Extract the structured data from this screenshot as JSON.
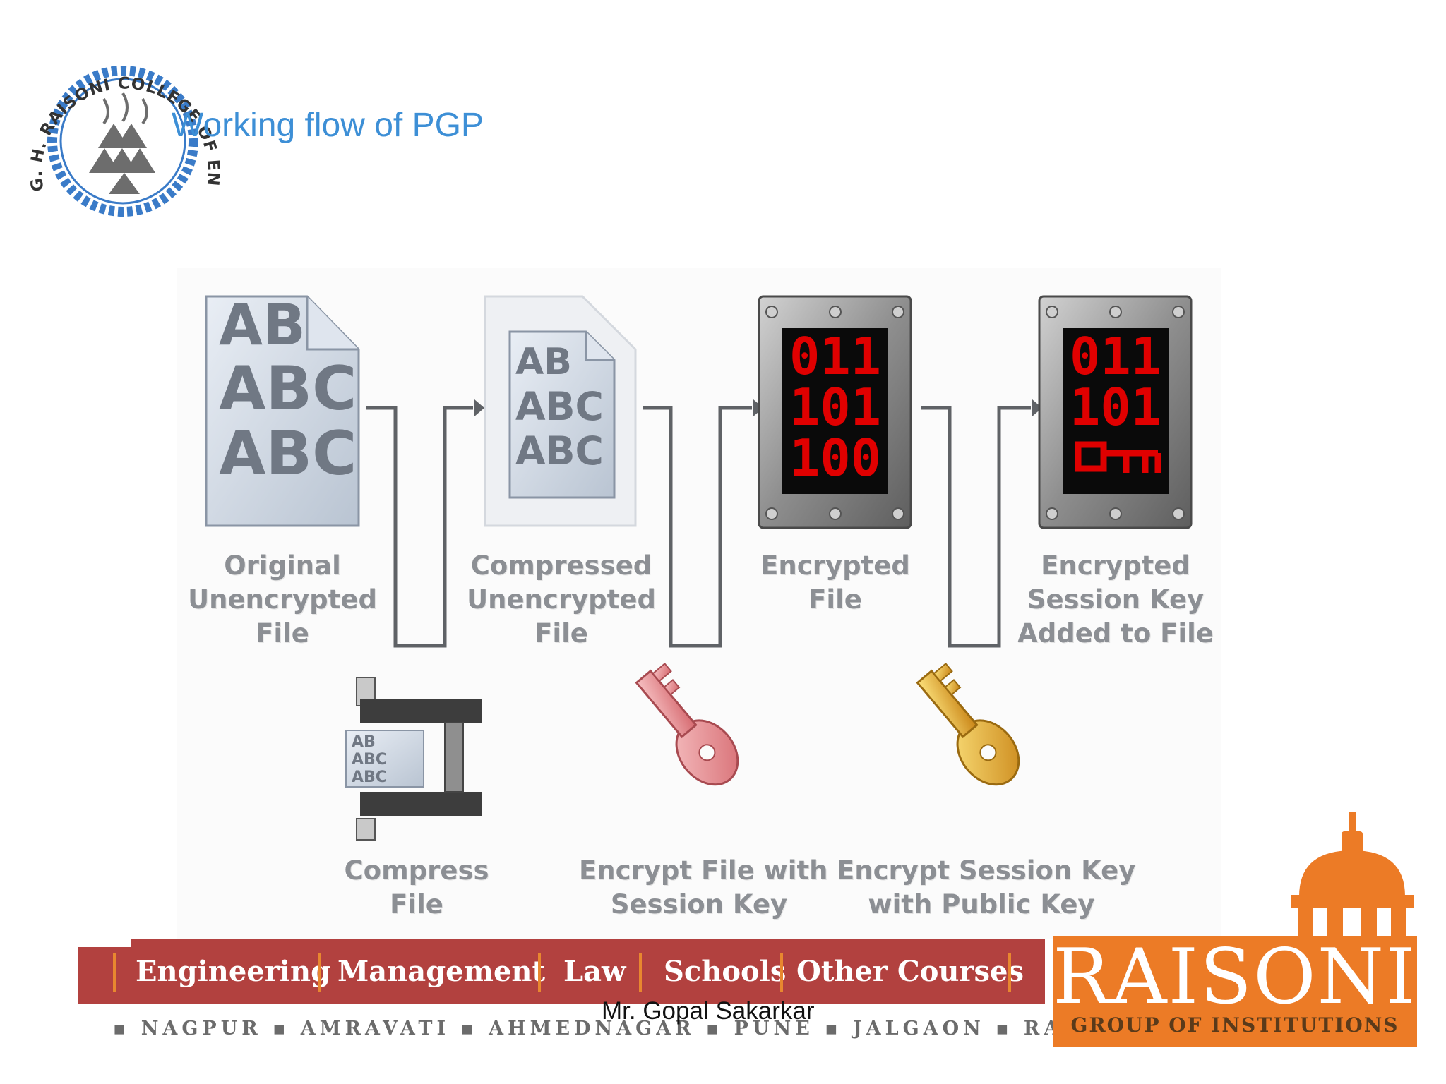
{
  "title": "Working flow of PGP",
  "logo": {
    "ring_text": "G. H. RAISONI COLLEGE OF ENGINEERING"
  },
  "diagram": {
    "stages": [
      {
        "lines": [
          "Original",
          "Unencrypted",
          "File"
        ]
      },
      {
        "lines": [
          "Compressed",
          "Unencrypted",
          "File"
        ]
      },
      {
        "lines": [
          "Encrypted",
          "File"
        ]
      },
      {
        "lines": [
          "Encrypted",
          "Session Key",
          "Added to File"
        ]
      }
    ],
    "doc_text": [
      "AB",
      "ABC",
      "ABC"
    ],
    "binary_text": [
      "011",
      "101",
      "100"
    ],
    "binary_text_key": [
      "011",
      "101"
    ],
    "operations": [
      {
        "lines": [
          "Compress",
          "File"
        ]
      },
      {
        "lines": [
          "Encrypt File with",
          "Session Key"
        ]
      },
      {
        "lines": [
          "Encrypt Session Key",
          "with Public Key"
        ]
      }
    ],
    "colors": {
      "red_digits": "#e00000",
      "pink_key": "#e88a8e",
      "gold_key": "#e6a83a",
      "arrow": "#5f6266"
    }
  },
  "footer": {
    "band_items": [
      "Engineering",
      "Management",
      "Law",
      "Schools",
      "Other Courses"
    ],
    "cities": "▪ NAGPUR ▪ AMRAVATI ▪ AHMEDNAGAR ▪ PUNE ▪ JALGAON ▪ RAIPUR ▪",
    "author": "Mr. Gopal Sakarkar",
    "brand": {
      "name": "RAISONI",
      "subtitle": "GROUP OF INSTITUTIONS"
    },
    "colors": {
      "band": "#b2413f",
      "separator": "#e8872f",
      "brand": "#ec7b26"
    }
  }
}
